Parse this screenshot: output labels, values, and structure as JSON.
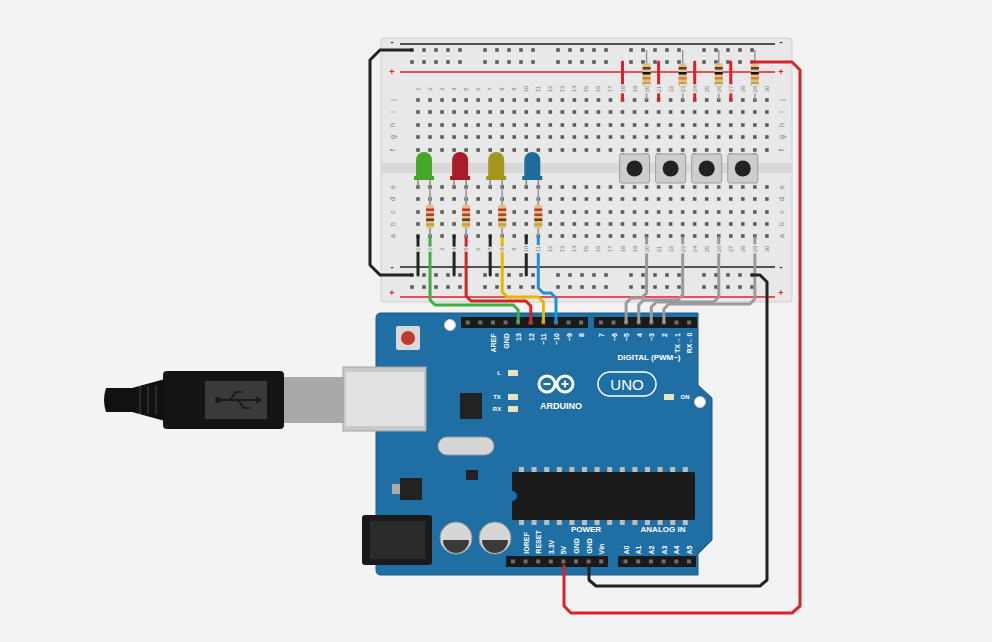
{
  "diagram": {
    "labels": [
      "1",
      "2",
      "3",
      "4",
      "5",
      "6",
      "7",
      "8",
      "9",
      "10",
      "11",
      "12",
      "13",
      "14",
      "15",
      "16",
      "17",
      "18",
      "19",
      "20",
      "21",
      "22",
      "23",
      "24",
      "25",
      "26",
      "27",
      "28",
      "29",
      "30",
      "1",
      "2",
      "3",
      "4",
      "5",
      "6",
      "7",
      "8",
      "9",
      "10",
      "11",
      "12",
      "13",
      "14",
      "15",
      "16",
      "17",
      "18",
      "19",
      "20",
      "21",
      "22",
      "23",
      "24",
      "25",
      "26",
      "27",
      "28",
      "29",
      "30",
      "j",
      "i",
      "h",
      "g",
      "f",
      "e",
      "d",
      "c",
      "b",
      "a",
      "j",
      "i",
      "h",
      "g",
      "f",
      "e",
      "d",
      "c",
      "b",
      "a",
      "-",
      "+",
      "-",
      "+",
      "-",
      "+",
      "-",
      "+",
      "AREF",
      "GND",
      "13",
      "12",
      "~11",
      "~10",
      "~9",
      "8",
      "7",
      "~6",
      "~5",
      "4",
      "~3",
      "2",
      "TX→1",
      "RX←0",
      "DIGITAL (PWM~)",
      "L",
      "TX",
      "RX",
      "ARDUINO",
      "UNO",
      "ON",
      "IOREF",
      "RESET",
      "3.3V",
      "5V",
      "GND",
      "GND",
      "Vin",
      "POWER",
      "ANALOG IN",
      "A0",
      "A1",
      "A2",
      "A3",
      "A4",
      "A5"
    ]
  }
}
